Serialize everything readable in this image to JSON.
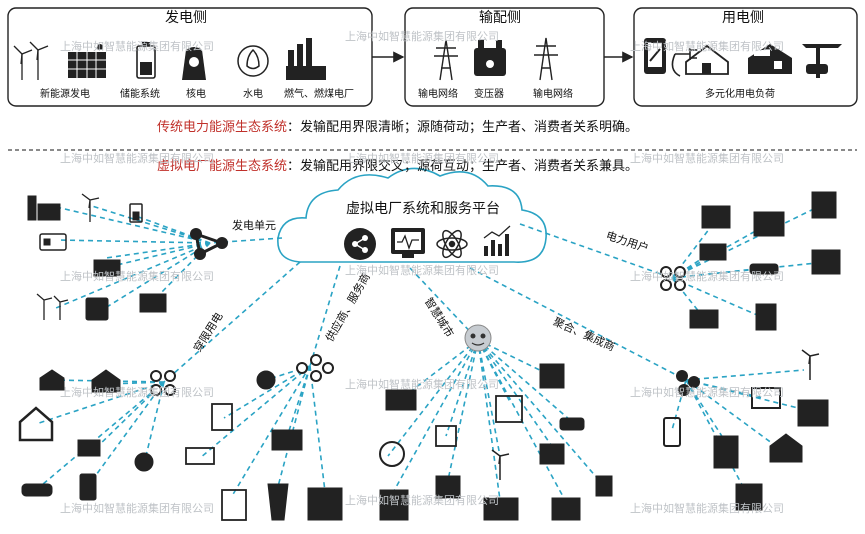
{
  "top_boxes": {
    "generation": {
      "title": "发电侧",
      "items": [
        "新能源发电",
        "储能系统",
        "核电",
        "水电",
        "燃气、燃煤电厂"
      ]
    },
    "transmission": {
      "title": "输配侧",
      "items": [
        "输电网络",
        "变压器",
        "输电网络"
      ]
    },
    "consumption": {
      "title": "用电侧",
      "items": [
        "多元化用电负荷"
      ]
    }
  },
  "traditional": {
    "label": "传统电力能源生态系统",
    "text": "：发输配用界限清晰；源随荷动；生产者、消费者关系明确。"
  },
  "virtual": {
    "label": "虚拟电厂能源生态系统",
    "text": "：发输配用界限交叉；源荷互动；生产者、消费者关系兼具。"
  },
  "cloud_title": "虚拟电厂系统和服务平台",
  "edge_labels": {
    "gen_units": "发电单元",
    "power_users": "电力用户",
    "prosumer": "穿限用电",
    "suppliers": "供应商、服务商",
    "smart_city": "智慧城市",
    "aggregator": "聚合、集成商"
  },
  "watermark": "上海中如智慧能源集团有限公司",
  "colors": {
    "line": "#2aa3c4",
    "red": "#c0302a",
    "dark": "#222222"
  }
}
